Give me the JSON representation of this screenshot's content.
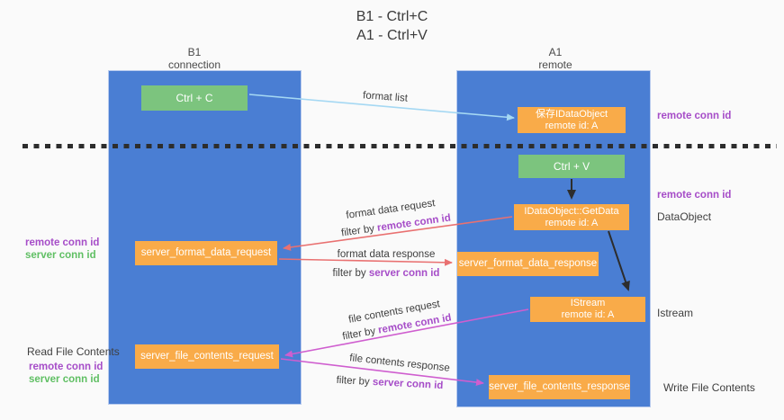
{
  "title": {
    "line1": "B1 - Ctrl+C",
    "line2": "A1 - Ctrl+V"
  },
  "columns": {
    "left": {
      "name": "B1",
      "role": "connection"
    },
    "right": {
      "name": "A1",
      "role": "remote"
    }
  },
  "boxes": {
    "ctrl_c": {
      "label": "Ctrl + C"
    },
    "save_idataobject": {
      "line1": "保存IDataObject",
      "line2": "remote id: A"
    },
    "ctrl_v": {
      "label": "Ctrl + V"
    },
    "getdata": {
      "line1": "IDataObject::GetData",
      "line2": "remote id: A"
    },
    "server_format_data_request": {
      "label": "server_format_data_request"
    },
    "server_format_data_response": {
      "label": "server_format_data_response"
    },
    "istream": {
      "line1": "IStream",
      "line2": "remote id: A"
    },
    "server_file_contents_request": {
      "label": "server_file_contents_request"
    },
    "server_file_contents_response": {
      "label": "server_file_contents_response"
    }
  },
  "arrow_labels": {
    "format_list": "format list",
    "format_data_request": "format data request",
    "filter_remote_1": {
      "prefix": "filter by ",
      "highlight": "remote conn id"
    },
    "format_data_response": "format data response",
    "filter_server_1": {
      "prefix": "filter by ",
      "highlight": "server conn id"
    },
    "file_contents_request": "file contents request",
    "filter_remote_2": {
      "prefix": "filter by ",
      "highlight": "remote conn id"
    },
    "file_contents_response": "file contents response",
    "filter_server_2": {
      "prefix": "filter by ",
      "highlight": "server conn id"
    }
  },
  "side_labels": {
    "remote_conn_id_top": "remote conn id",
    "remote_conn_id_mid": "remote conn id",
    "dataobject": "DataObject",
    "istream": "Istream",
    "write_file_contents": "Write File Contents",
    "left_remote_1": "remote conn id",
    "left_server_1": "server conn id",
    "read_file_contents": "Read File Contents",
    "left_remote_2": "remote conn id",
    "left_server_2": "server conn id"
  },
  "colors": {
    "column_blue": "#4a7ed3",
    "box_orange": "#f9ab49",
    "box_green": "#7cc47e",
    "arrow_lightblue": "#a5d8f3",
    "arrow_red": "#e97171",
    "arrow_magenta": "#cf5ecf",
    "arrow_black": "#2d2d2d",
    "text_purple": "#a64dc8",
    "text_green": "#5fbf63",
    "text_dark": "#3f3f3f"
  }
}
